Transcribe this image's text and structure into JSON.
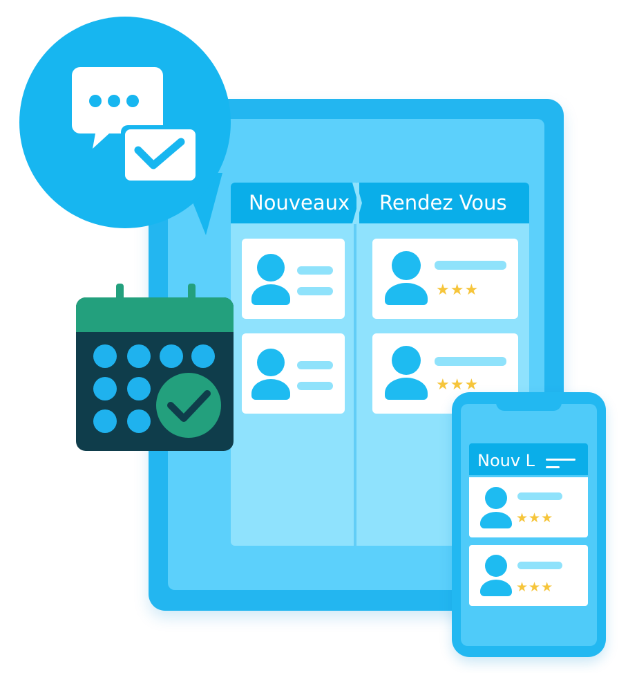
{
  "board": {
    "columns": [
      {
        "label": "Nouveaux"
      },
      {
        "label": "Rendez Vous"
      }
    ],
    "rendez_vous_cards": [
      {
        "stars": "★★★"
      },
      {
        "stars": "★★★"
      }
    ]
  },
  "phone": {
    "header_label": "Nouv L",
    "cards": [
      {
        "stars": "★★★"
      },
      {
        "stars": "★★★"
      }
    ]
  },
  "icons": {
    "chat": "chat-bubble-icon",
    "check": "checkmark-icon",
    "calendar": "calendar-icon",
    "person": "person-icon",
    "star": "star-icon"
  },
  "colors": {
    "primary": "#0aaee9",
    "accent_green": "#23a07d",
    "calendar_body": "#0f3d4b",
    "star": "#f6c53b"
  }
}
